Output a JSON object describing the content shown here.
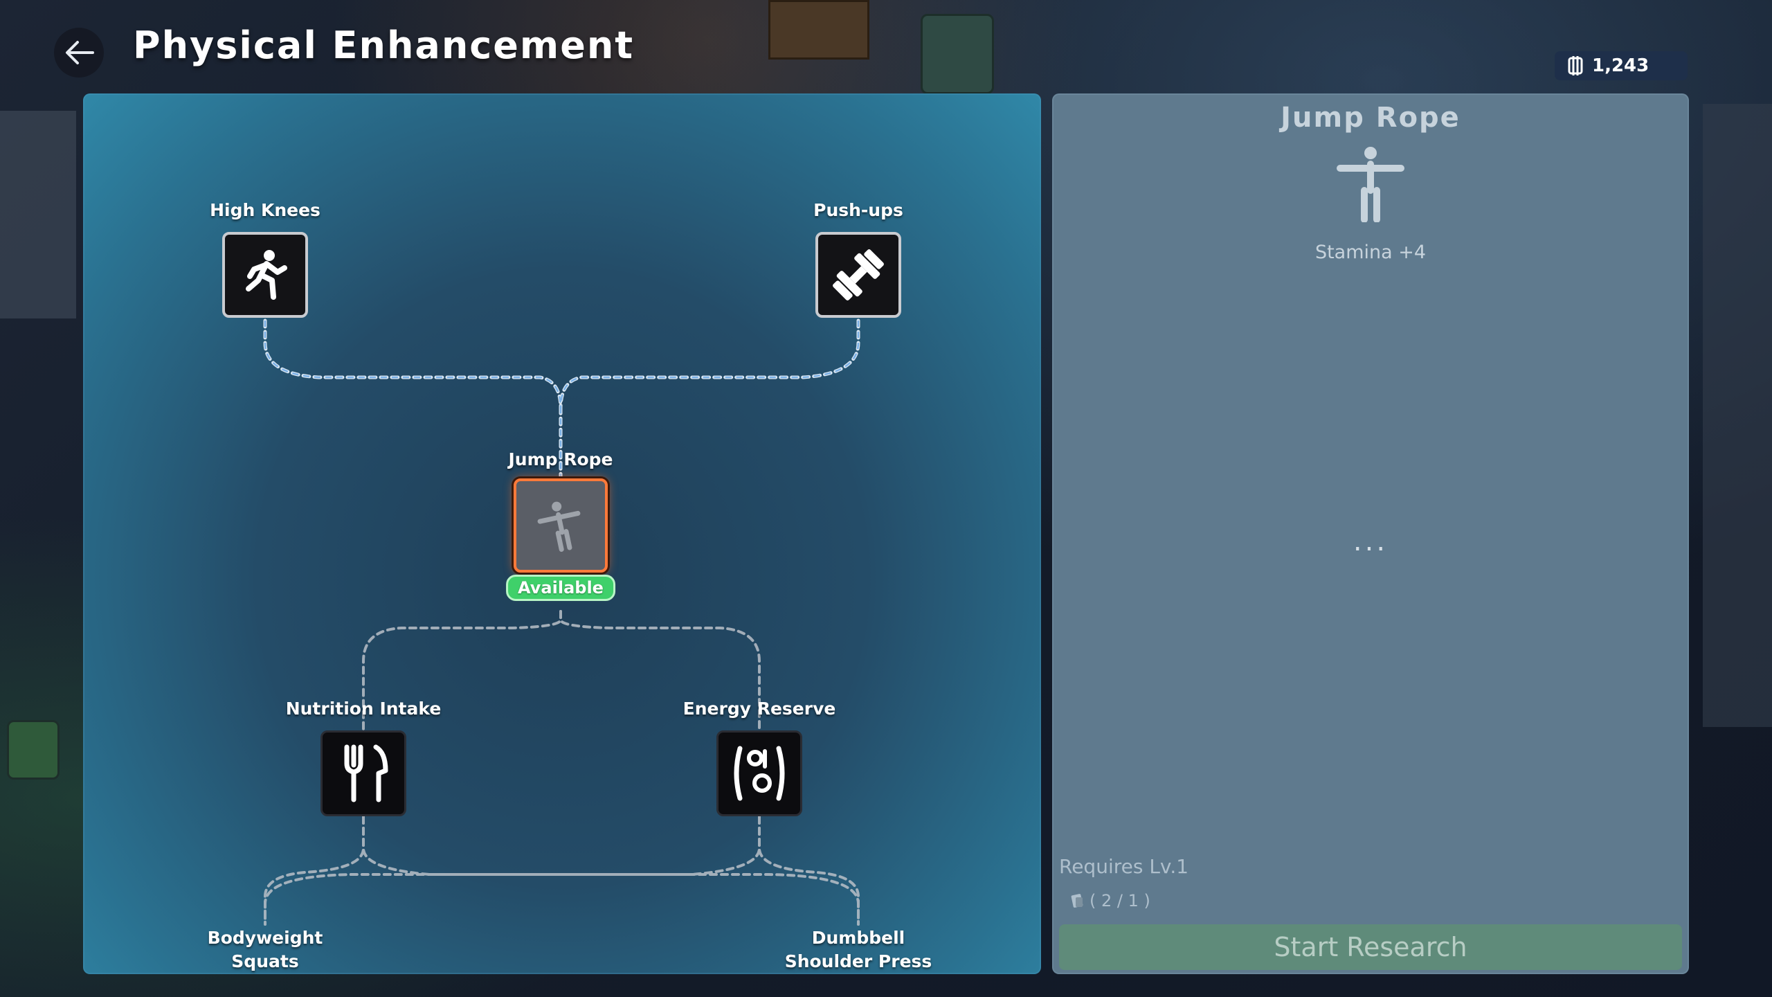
{
  "header": {
    "title": "Physical Enhancement",
    "currency_value": "1,243",
    "currency_icon": "coin-icon"
  },
  "tree": {
    "nodes": [
      {
        "id": "high-knees",
        "label": "High Knees",
        "icon": "running-person-icon",
        "state": "unlocked"
      },
      {
        "id": "push-ups",
        "label": "Push-ups",
        "icon": "dumbbell-icon",
        "state": "unlocked"
      },
      {
        "id": "jump-rope",
        "label": "Jump Rope",
        "icon": "standing-person-icon",
        "state": "available",
        "badge": "Available"
      },
      {
        "id": "nutrition-intake",
        "label": "Nutrition Intake",
        "icon": "fork-knife-icon",
        "state": "locked"
      },
      {
        "id": "energy-reserve",
        "label": "Energy Reserve",
        "icon": "energy-food-icon",
        "state": "locked"
      },
      {
        "id": "bodyweight-squats",
        "label_line1": "Bodyweight",
        "label_line2": "Squats",
        "state": "locked"
      },
      {
        "id": "dumbbell-shoulder-press",
        "label_line1": "Dumbbell",
        "label_line2": "Shoulder Press",
        "state": "locked"
      }
    ]
  },
  "details": {
    "title": "Jump Rope",
    "icon": "standing-person-icon",
    "effect": "Stamina +4",
    "description": "...",
    "requires": "Requires Lv.1",
    "cost_icon": "research-item-icon",
    "cost": "( 2 / 1 )",
    "start_button": "Start Research"
  },
  "colors": {
    "tree_panel": "#2a7190",
    "details_panel": "#5f7a8e",
    "selected_border": "#ff7a3a",
    "available_badge": "#3fd06a",
    "start_button": "#5f8b7a"
  }
}
